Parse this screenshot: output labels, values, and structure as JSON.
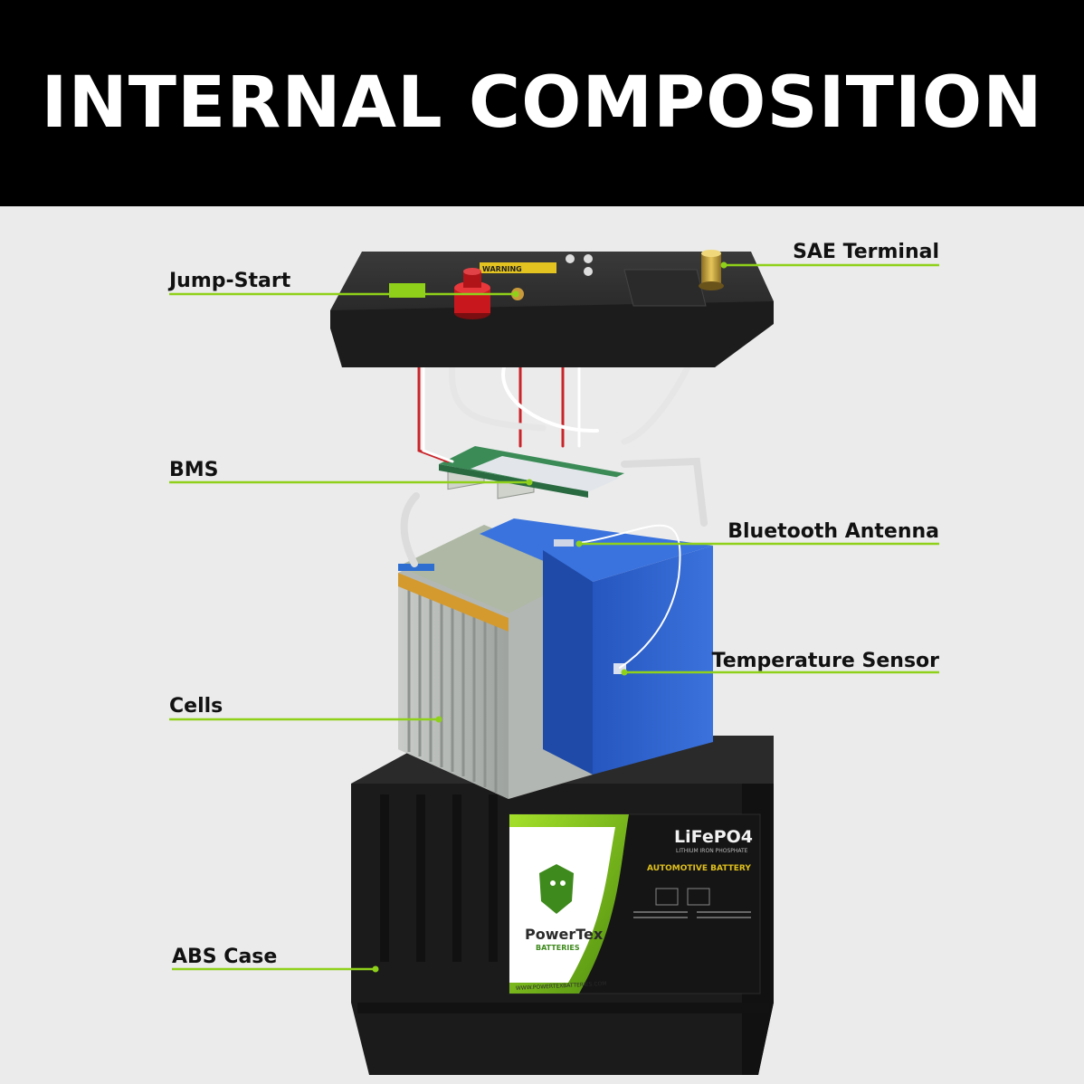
{
  "title": "INTERNAL COMPOSITION",
  "labels": {
    "sae_terminal": "SAE Terminal",
    "jump_start": "Jump-Start",
    "bms": "BMS",
    "bluetooth_antenna": "Bluetooth Antenna",
    "temperature_sensor": "Temperature Sensor",
    "cells": "Cells",
    "abs_case": "ABS Case"
  },
  "case_branding": {
    "chemistry": "LiFePO4",
    "chemistry_sub": "LITHIUM IRON PHOSPHATE",
    "product_type": "AUTOMOTIVE BATTERY",
    "brand": "PowerTex",
    "brand_sub": "BATTERIES",
    "website": "WWW.POWERTEXBATTERIES.COM",
    "lid_warning": "WARNING"
  },
  "colors": {
    "header_bg": "#000000",
    "background": "#ebebeb",
    "leader_line": "#8fd11a",
    "cell_housing": "#2f5fc9",
    "case": "#1c1c1c",
    "brand_green": "#7cc21c"
  }
}
